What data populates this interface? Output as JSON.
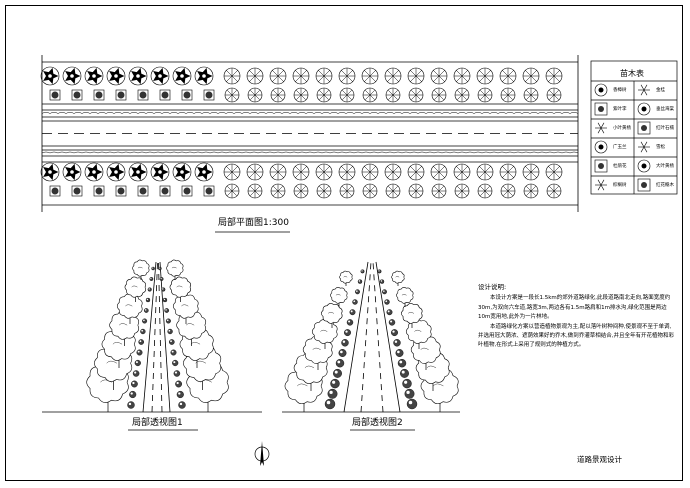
{
  "plan_view": {
    "caption": "局部平面图1:300"
  },
  "perspective_1": {
    "caption": "局部透视图1"
  },
  "perspective_2": {
    "caption": "局部透视图2"
  },
  "legend": {
    "title": "苗木表",
    "items": [
      {
        "label": "香樟树",
        "icon": "round-tree-icon"
      },
      {
        "label": "金桂",
        "icon": "flower-shrub-icon"
      },
      {
        "label": "紫叶李",
        "icon": "leaf-tree-icon"
      },
      {
        "label": "垂丝海棠",
        "icon": "blossom-tree-icon"
      },
      {
        "label": "小叶黄杨",
        "icon": "spiky-shrub-icon"
      },
      {
        "label": "红叶石楠",
        "icon": "star-shrub-icon"
      },
      {
        "label": "广玉兰",
        "icon": "broad-tree-icon"
      },
      {
        "label": "雪松",
        "icon": "conifer-icon"
      },
      {
        "label": "杜鹃花",
        "icon": "square-shrub-icon"
      },
      {
        "label": "大叶黄杨",
        "icon": "hedge-icon"
      },
      {
        "label": "棕榈树",
        "icon": "palm-icon"
      },
      {
        "label": "红花檵木",
        "icon": "red-shrub-icon"
      }
    ]
  },
  "notes": {
    "heading": "设计说明:",
    "paragraph_1": "本设计方案是一段长1.5km的郊外道路绿化,此段道路南北走向,路面宽度约30m,为双向六车道,路宽3m,两边各有1.5m路肩和1m排水沟,绿化范围是两边10m宽用地,此外为一片林地。",
    "paragraph_2": "本道路绿化方案以营造植物景观为主,配以落叶树种间种,使景观不至于单调,并选用冠大荫浓、遮荫效果好的乔木,做到乔灌草相结合,并且全年有开花植物和彩叶植物,在形式上采用了规则式的种植方式。"
  },
  "drawing_title": "道路景观设计"
}
